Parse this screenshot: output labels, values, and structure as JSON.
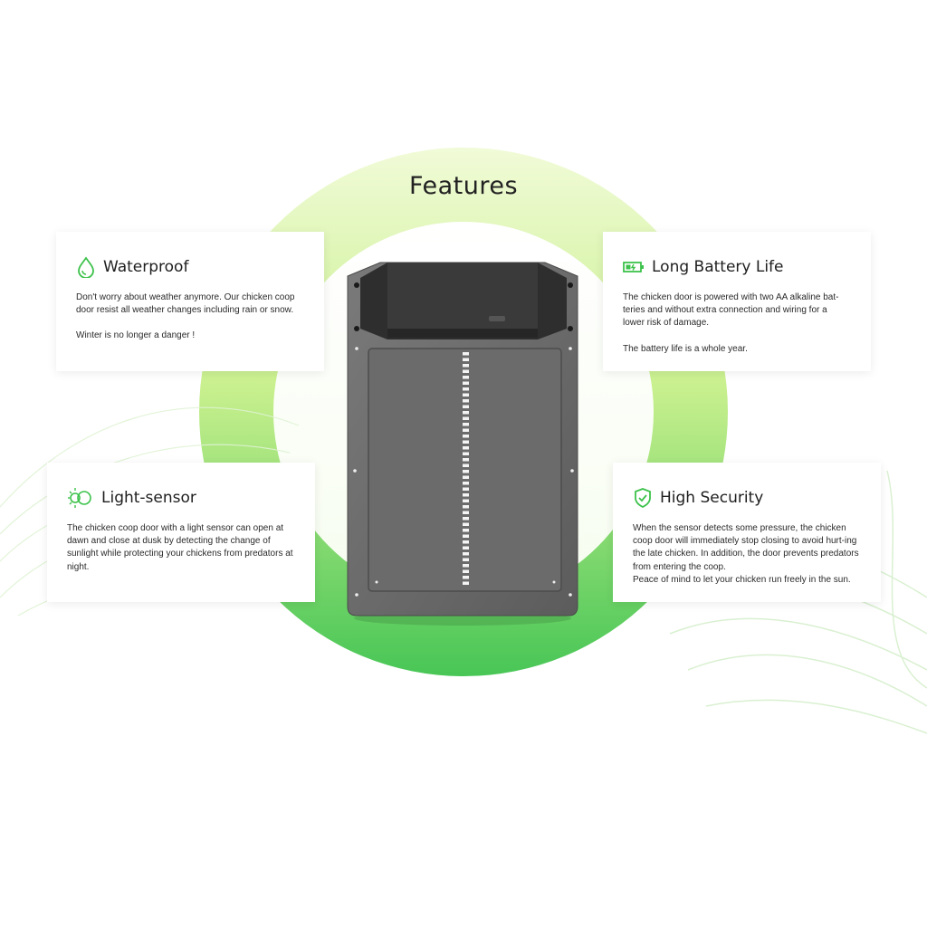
{
  "title": "Features",
  "cards": [
    {
      "icon": "water-drop-icon",
      "title": "Waterproof",
      "paragraphs": [
        "Don't worry about weather anymore. Our chicken coop door resist all weather changes including rain or snow.",
        "Winter is no longer a danger !"
      ]
    },
    {
      "icon": "battery-icon",
      "title": "Long Battery Life",
      "paragraphs": [
        "The chicken door is powered with two AA alkaline bat-teries and without extra connection and wiring for a lower risk of damage.",
        "The battery life is a whole year."
      ]
    },
    {
      "icon": "light-sensor-icon",
      "title": "Light-sensor",
      "paragraphs": [
        "The chicken coop door with a light sensor can open at dawn and close at dusk by detecting the change of sunlight while protecting your chickens from predators at night."
      ]
    },
    {
      "icon": "shield-check-icon",
      "title": "High Security",
      "paragraphs": [
        "When the sensor detects some pressure, the chicken coop door will immediately stop closing to avoid hurt-ing the late chicken. In addition, the door prevents predators from entering the coop.\nPeace of mind to let your chicken run freely in the sun."
      ]
    }
  ],
  "colors": {
    "accent": "#3cc24a",
    "ring_light": "#e4f7c0",
    "ring_dark": "#52c84f",
    "door": "#6a6a6a",
    "door_top": "#333333"
  }
}
